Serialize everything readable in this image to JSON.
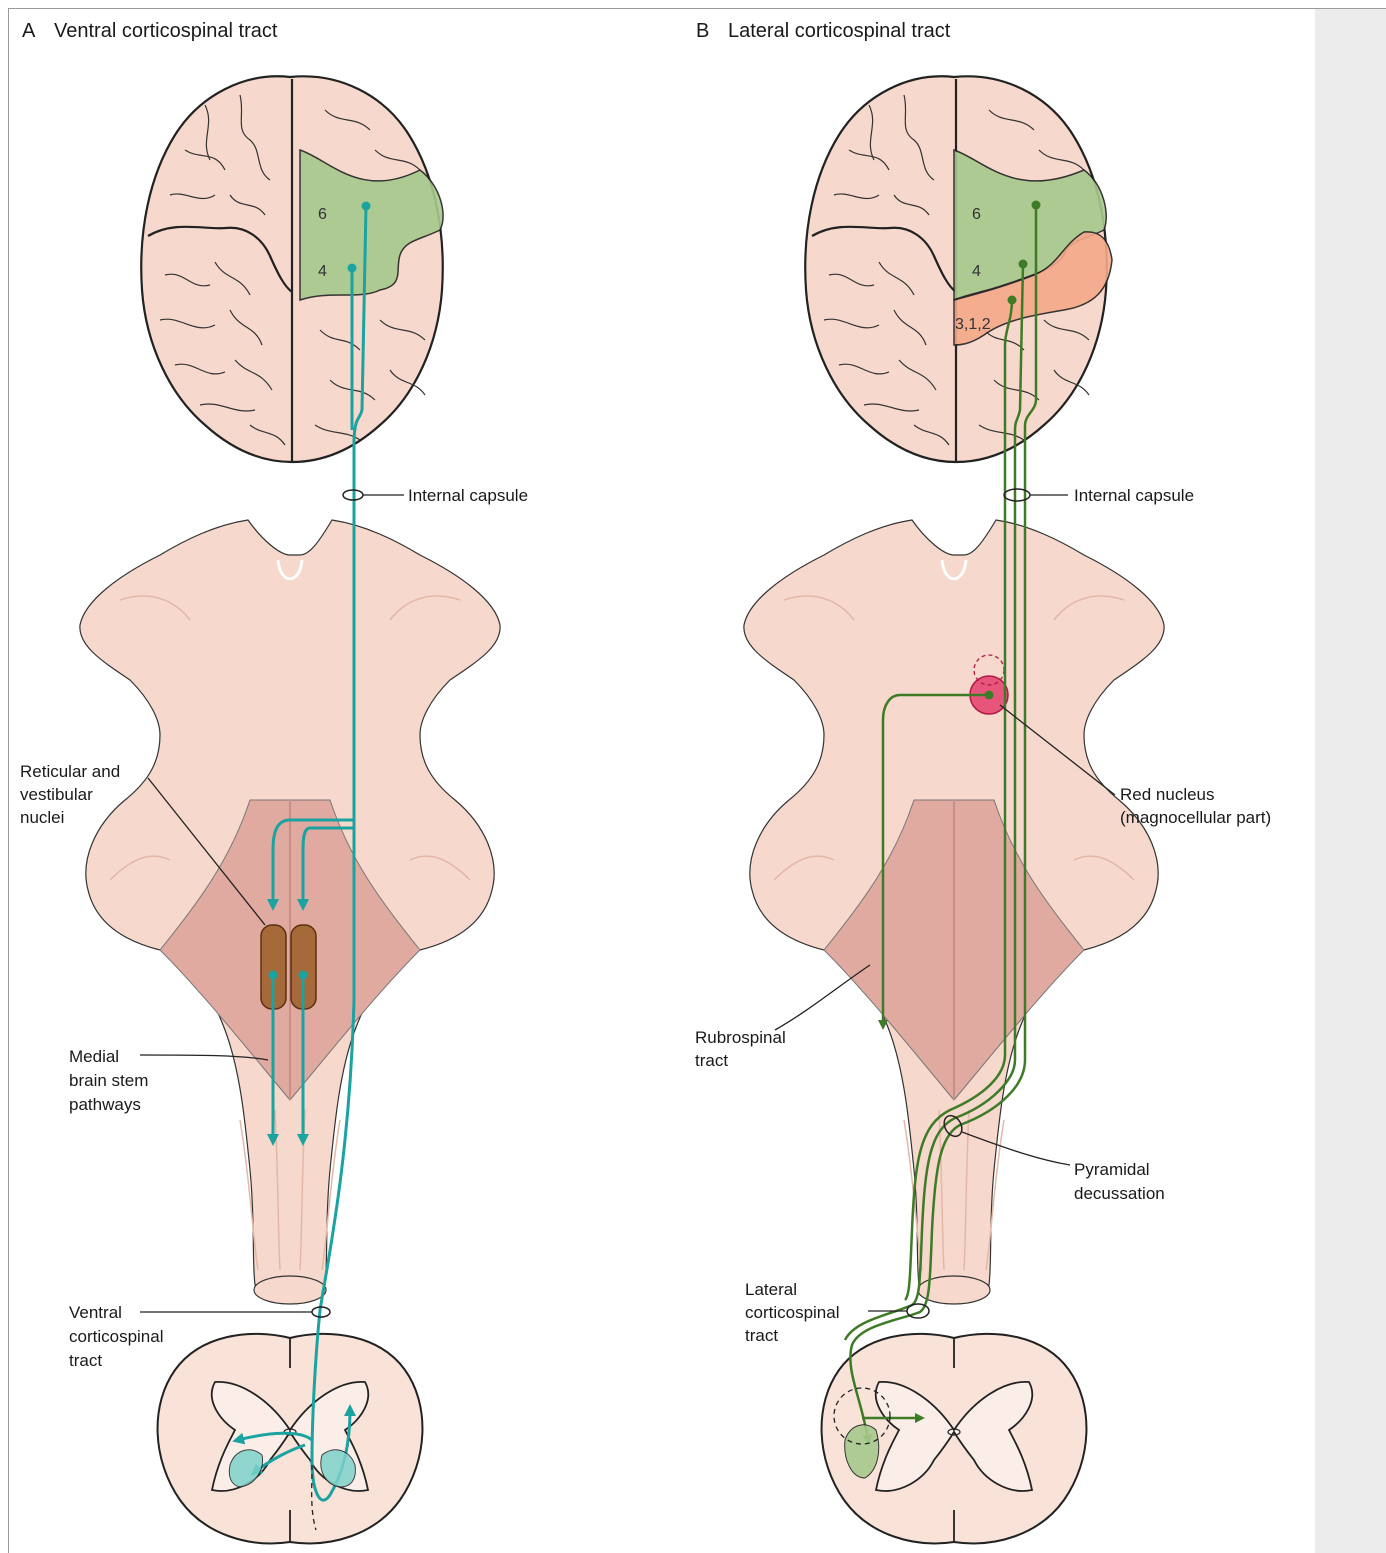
{
  "panel_a": {
    "title_letter": "A",
    "title": "Ventral corticospinal tract",
    "area_6": "6",
    "area_4": "4",
    "internal_capsule": "Internal capsule",
    "reticular_lines": [
      "Reticular and",
      "vestibular",
      "nuclei"
    ],
    "medial_lines": [
      "Medial",
      "brain stem",
      "pathways"
    ],
    "ventral_lines": [
      "Ventral",
      "corticospinal",
      "tract"
    ]
  },
  "panel_b": {
    "title_letter": "B",
    "title": "Lateral corticospinal tract",
    "area_6": "6",
    "area_4": "4",
    "area_312": "3,1,2",
    "internal_capsule": "Internal capsule",
    "red_nucleus_lines": [
      "Red nucleus",
      "(magnocellular part)"
    ],
    "rubrospinal_lines": [
      "Rubrospinal",
      "tract"
    ],
    "pyramidal_lines": [
      "Pyramidal",
      "decussation"
    ],
    "lateral_lines": [
      "Lateral",
      "corticospinal",
      "tract"
    ]
  },
  "colors": {
    "tissue": "#f6d8cc",
    "tissue_shade": "#e7bfb0",
    "motor_area": "#a7c98d",
    "sensory_area": "#f5a98a",
    "ventral_tract": "#1aa3a0",
    "lateral_tract": "#3e7b26",
    "red_nucleus": "#e8557a",
    "nuclei": "#a66a3a"
  }
}
